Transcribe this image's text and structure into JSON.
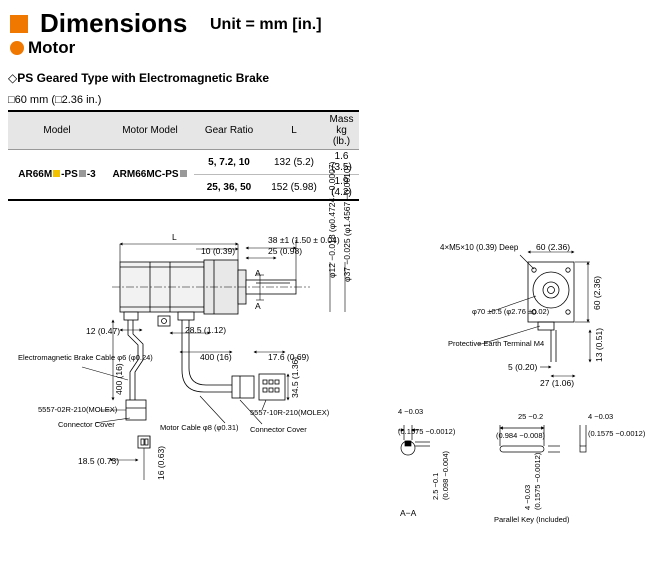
{
  "header": {
    "title": "Dimensions",
    "unit": "Unit = mm [in.]",
    "subtitle": "Motor",
    "section": "◇PS Geared Type with Electromagnetic Brake",
    "size": "□60 mm (□2.36 in.)"
  },
  "table": {
    "columns": [
      "Model",
      "Motor Model",
      "Gear Ratio",
      "L",
      "Mass kg (lb.)"
    ],
    "model_prefix": "AR66M",
    "model_mid": "-PS",
    "model_suffix": "-3",
    "motor_model": "ARM66MC-PS",
    "rows": [
      {
        "gear": "5, 7.2, 10",
        "l": "132 (5.2)",
        "mass": "1.6 (3.5)"
      },
      {
        "gear": "25, 36, 50",
        "l": "152 (5.98)",
        "mass": "1.9 (4.2)"
      }
    ],
    "accent_yellow": "#f2c200",
    "accent_gray": "#999999"
  },
  "drawing": {
    "L": "L",
    "dim_10": "10 (0.39)",
    "dim_25": "25 (0.98)",
    "dim_38": "38 ±1 (1.50 ± 0.04)",
    "shaft_12": "φ12 −0.018 (φ0.4724 −0.0007)",
    "shaft_37": "φ37 −0.025 (φ1.4567 −0.0010)",
    "section_A": "A",
    "dim_12": "12 (0.47)",
    "dim_28_5": "28.5 (1.12)",
    "dim_400_horiz": "400 (16)",
    "dim_17_6": "17.6 (0.69)",
    "dim_34_5": "34.5 (1.36)",
    "dim_400_vert": "400 (16)",
    "brake_cable": "Electromagnetic Brake Cable φ6 (φ0.24)",
    "connector_left": "5557-02R-210(MOLEX)",
    "connector_cover_left": "Connector Cover",
    "motor_cable": "Motor Cable φ8 (φ0.31)",
    "connector_right": "5557-10R-210(MOLEX)",
    "connector_cover_right": "Connector Cover",
    "dim_18_5": "18.5 (0.73)",
    "dim_16": "16 (0.63)",
    "front_holes": "4×M5×10 (0.39) Deep",
    "front_60_top": "60 (2.36)",
    "front_60_side": "60 (2.36)",
    "front_pcd": "φ70 ±0.5 (φ2.76 ±0.02)",
    "protective_earth": "Protective Earth Terminal M4",
    "dim_13": "13 (0.51)",
    "dim_5": "5 (0.20)",
    "dim_27": "27 (1.06)",
    "aa_4": "4 −0.03",
    "aa_01575": "(0.1575 −0.0012)",
    "aa_25": "2.5 −0.1",
    "aa_0098": "(0.098 −0.004)",
    "aa_label": "A−A",
    "key_25": "25 −0.2",
    "key_0984": "(0.984 −0.008)",
    "key_4": "4 −0.03",
    "key_01575": "(0.1575 −0.0012)",
    "key_side_4": "4 −0.03",
    "key_side_01575": "(0.1575 −0.0012)",
    "key_label": "Parallel Key (Included)"
  }
}
